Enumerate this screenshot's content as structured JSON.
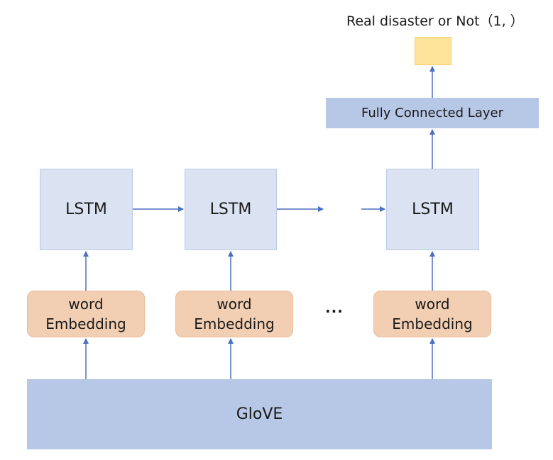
{
  "output": {
    "title": "Real disaster or Not（1, ）"
  },
  "fc_layer": {
    "label": "Fully Connected Layer"
  },
  "lstm_cells": [
    {
      "label": "LSTM"
    },
    {
      "label": "LSTM"
    },
    {
      "label": "LSTM"
    }
  ],
  "embeddings": [
    {
      "line1": "word",
      "line2": "Embedding"
    },
    {
      "line1": "word",
      "line2": "Embedding"
    },
    {
      "line1": "word",
      "line2": "Embedding"
    }
  ],
  "ellipsis": "...",
  "glove": {
    "label": "GloVE"
  },
  "colors": {
    "arrow": "#4a6fc0",
    "lstm_fill": "#dbe3f3",
    "embedding_fill": "#f2ceb2",
    "fc_fill": "#b7c7e6",
    "glove_fill": "#b7c7e6",
    "output_fill": "#fde49a"
  }
}
